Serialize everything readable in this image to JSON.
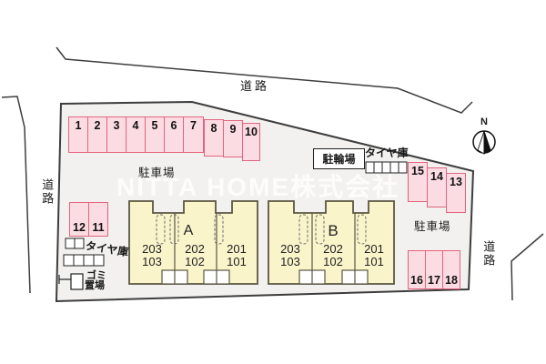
{
  "watermark": {
    "text": "NITTA HOME株式会社"
  },
  "compass": {
    "label": "N"
  },
  "roads": {
    "top_label": "道路",
    "left_label": "道路",
    "right_label": "道路"
  },
  "areas": {
    "parking_top_label": "駐車場",
    "parking_right_label": "駐車場",
    "bicycle_parking_label": "駐輪場",
    "tire_storage_right_label": "タイヤ庫",
    "tire_storage_left_label": "タイヤ庫",
    "trash_label_line1": "ゴミ",
    "trash_label_line2": "置場"
  },
  "parking": {
    "stalls": [
      {
        "label": "1"
      },
      {
        "label": "2"
      },
      {
        "label": "3"
      },
      {
        "label": "4"
      },
      {
        "label": "5"
      },
      {
        "label": "6"
      },
      {
        "label": "7"
      },
      {
        "label": "8"
      },
      {
        "label": "9"
      },
      {
        "label": "10"
      },
      {
        "label": "12"
      },
      {
        "label": "11"
      },
      {
        "label": "15"
      },
      {
        "label": "14"
      },
      {
        "label": "13"
      },
      {
        "label": "16"
      },
      {
        "label": "17"
      },
      {
        "label": "18"
      }
    ]
  },
  "buildings": [
    {
      "name": "A",
      "units": [
        {
          "upper": "203",
          "lower": "103"
        },
        {
          "upper": "202",
          "lower": "102"
        },
        {
          "upper": "201",
          "lower": "101"
        }
      ]
    },
    {
      "name": "B",
      "units": [
        {
          "upper": "203",
          "lower": "103"
        },
        {
          "upper": "202",
          "lower": "102"
        },
        {
          "upper": "201",
          "lower": "101"
        }
      ]
    }
  ],
  "colors": {
    "stall_fill": "#fbdce3",
    "stall_border": "#e2647e",
    "building_fill": "#faf4cb",
    "building_border": "#5a5642",
    "site_fill": "#f2f1ef",
    "line_color": "#3d3d3d",
    "text_color": "#1a1a1a",
    "watermark_color": "rgba(255,255,255,0.8)"
  }
}
